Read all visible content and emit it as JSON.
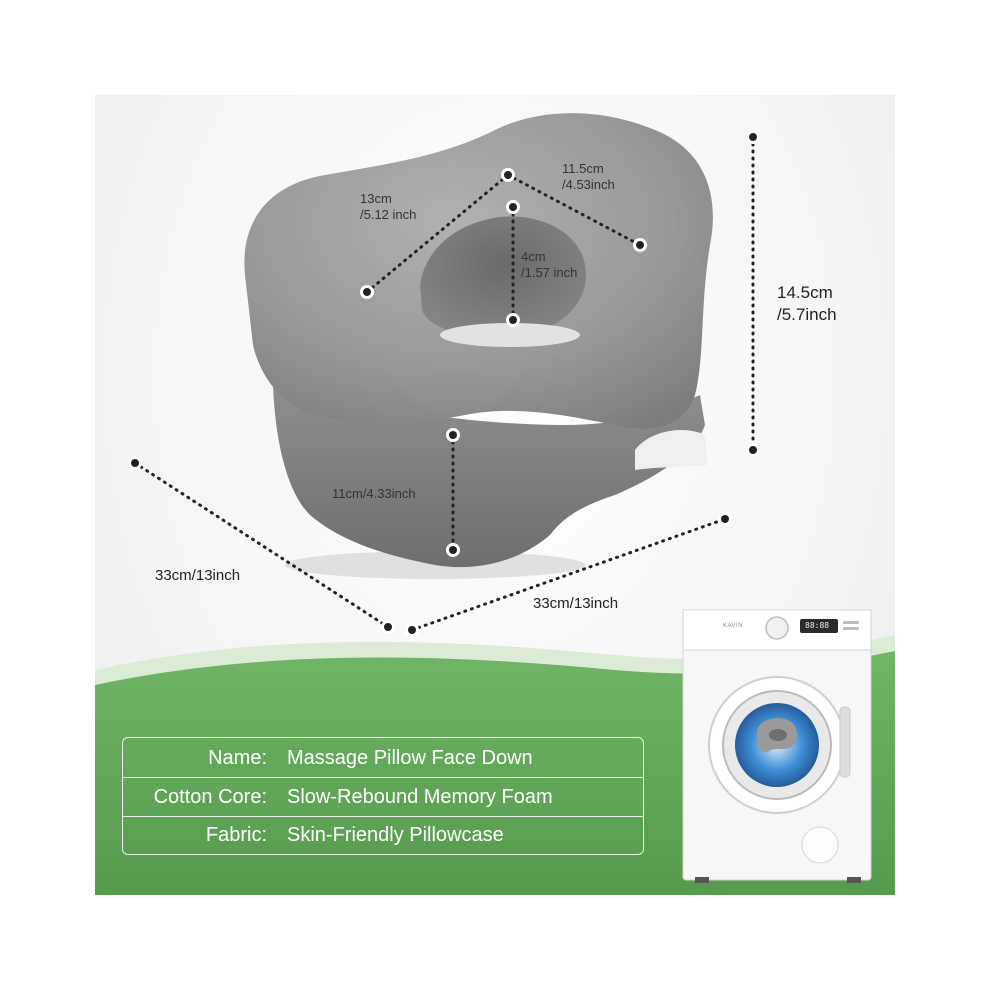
{
  "dimensions": {
    "top_left": "13cm\n/5.12 inch",
    "top_right": "11.5cm\n/4.53inch",
    "hole_depth": "4cm\n/1.57 inch",
    "overall_height": "14.5cm\n/5.7inch",
    "side_height": "11cm/4.33inch",
    "width_left": "33cm/13inch",
    "width_right": "33cm/13inch"
  },
  "specs": [
    {
      "label": "Name:",
      "value": "Massage Pillow Face Down"
    },
    {
      "label": "Cotton Core:",
      "value": "Slow-Rebound Memory Foam"
    },
    {
      "label": "Fabric:",
      "value": "Skin-Friendly Pillowcase"
    }
  ],
  "washer": {
    "brand": "KAVIN",
    "display": "88:88"
  },
  "colors": {
    "green_band": "#5ea255",
    "pillow": "#9a9a9a",
    "dimension_dots": "#222222"
  }
}
